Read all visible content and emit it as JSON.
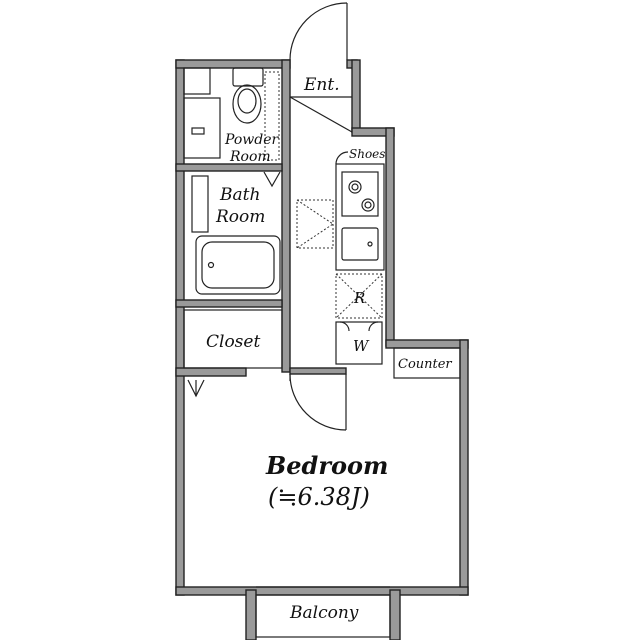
{
  "rooms": {
    "entrance": "Ent.",
    "powder_room_line1": "Powder",
    "powder_room_line2": "Room",
    "shoes": "Shoes",
    "bath_room_line1": "Bath",
    "bath_room_line2": "Room",
    "closet": "Closet",
    "counter": "Counter",
    "bedroom": "Bedroom",
    "bedroom_size": "(≒6.38J)",
    "balcony": "Balcony",
    "refrigerator": "R",
    "washer": "W"
  }
}
